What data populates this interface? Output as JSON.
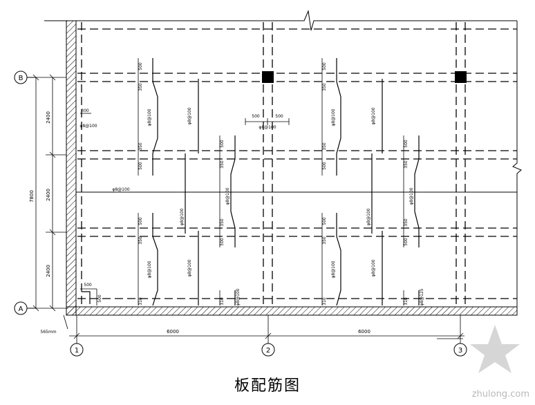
{
  "title": "板配筋图",
  "watermark": "zhulong.com",
  "axes": {
    "grid_rows": [
      "B",
      "A"
    ],
    "grid_cols": [
      "1",
      "2",
      "3"
    ]
  },
  "dimensions": {
    "total_height": "7800",
    "row_spacing": [
      "2400",
      "2400",
      "2400"
    ],
    "span_1_2": "6000",
    "span_2_3": "6000",
    "wall_note": "565mm"
  },
  "labels": {
    "rebar_main": "φ8@100",
    "rebar_alt": "φ8@125",
    "d500": "500",
    "d350": "350",
    "d300": "300",
    "d310": "310"
  }
}
